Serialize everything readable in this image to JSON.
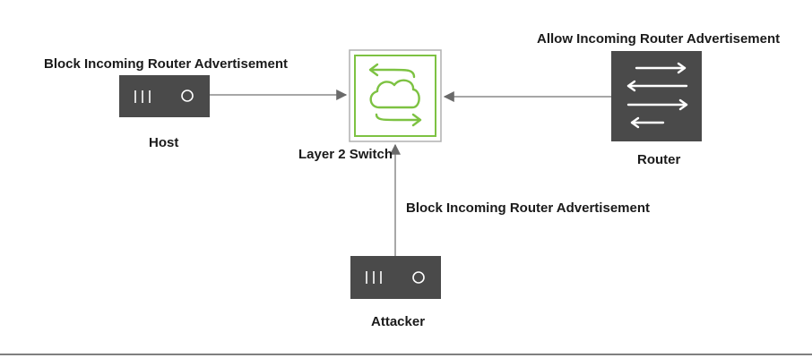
{
  "diagram": {
    "host": {
      "label": "Host",
      "policy": "Block Incoming Router Advertisement",
      "icon": "server-device-icon"
    },
    "switch": {
      "label": "Layer 2 Switch",
      "icon": "cloud-switch-icon",
      "accent_color": "#7dc242"
    },
    "router": {
      "label": "Router",
      "policy": "Allow Incoming Router Advertisement",
      "icon": "router-arrows-icon"
    },
    "attacker": {
      "label": "Attacker",
      "policy": "Block Incoming Router Advertisement",
      "icon": "server-device-icon"
    },
    "colors": {
      "device": "#4a4a4a",
      "line": "#8a8a8a",
      "switch_border": "#b0b0b0",
      "bottom_rule": "#333333"
    }
  }
}
